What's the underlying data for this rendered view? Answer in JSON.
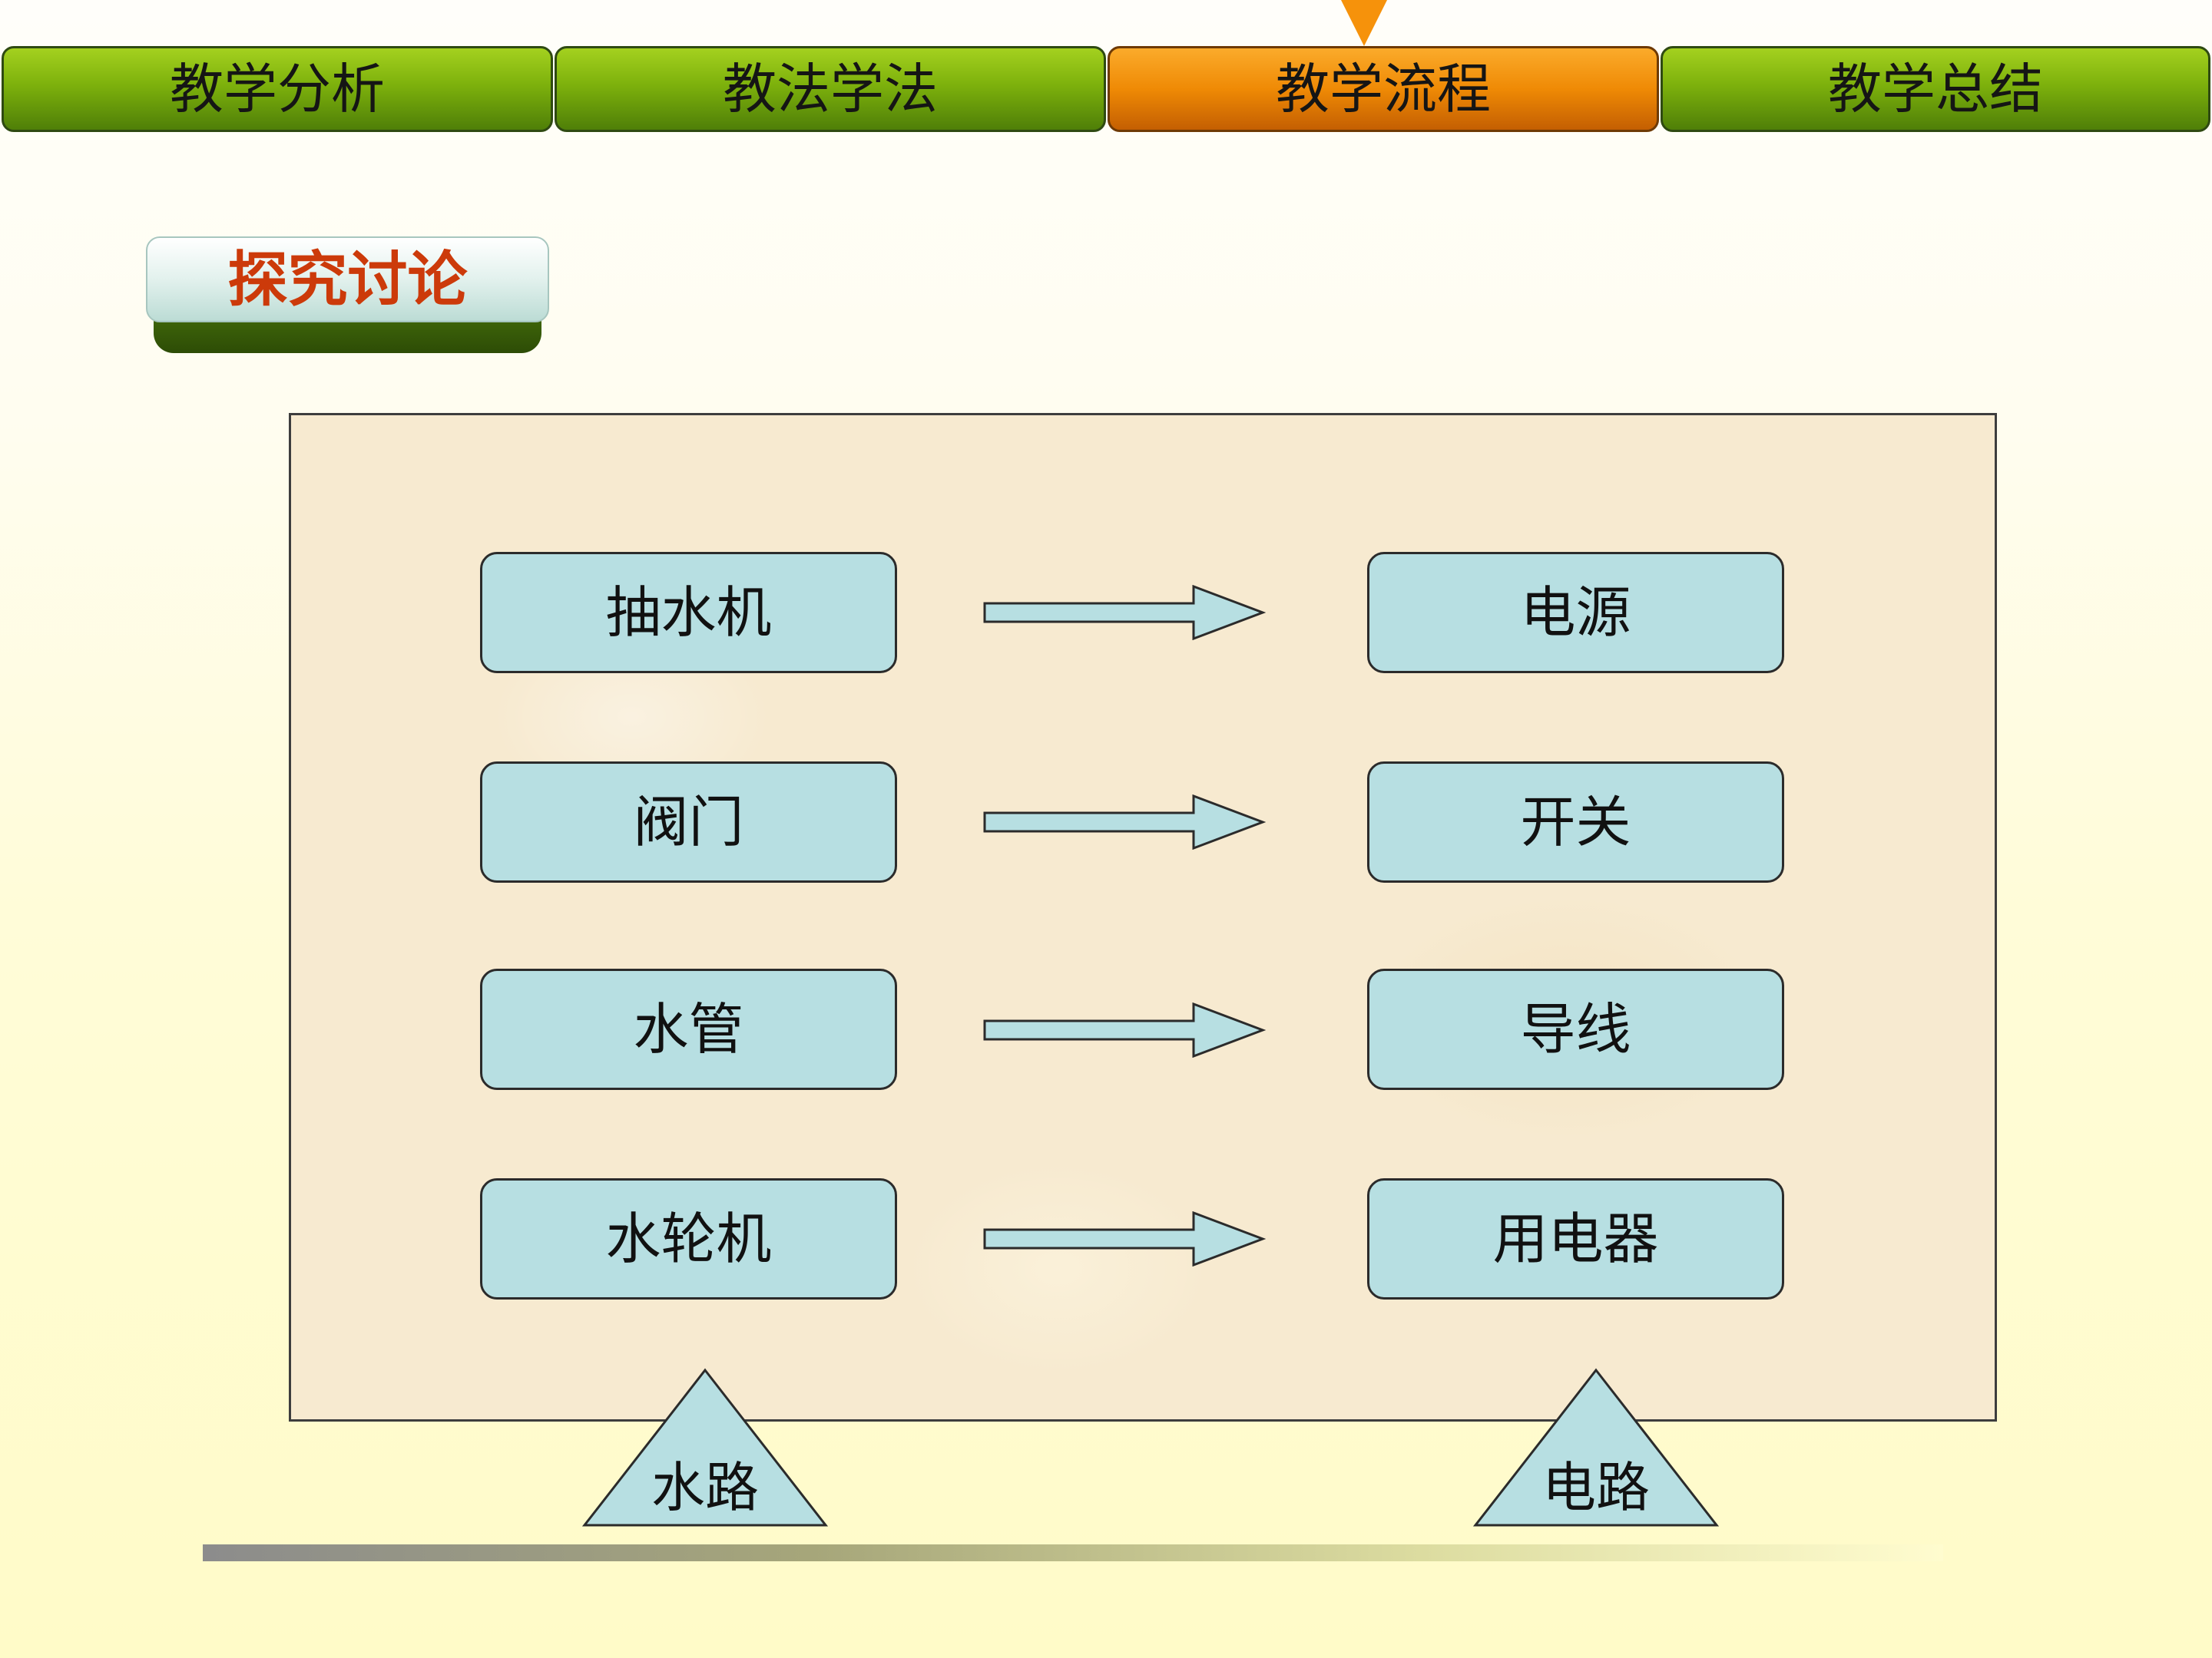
{
  "nav": {
    "tabs": [
      {
        "label": "教学分析",
        "active": false
      },
      {
        "label": "教法学法",
        "active": false
      },
      {
        "label": "教学流程",
        "active": true
      },
      {
        "label": "教学总结",
        "active": false
      }
    ]
  },
  "section": {
    "title": "探究讨论"
  },
  "diagram": {
    "left_nodes": [
      "抽水机",
      "阀门",
      "水管",
      "水轮机"
    ],
    "right_nodes": [
      "电源",
      "开关",
      "导线",
      "用电器"
    ],
    "left_group_label": "水路",
    "right_group_label": "电路"
  },
  "colors": {
    "tab_green": "#7db10c",
    "tab_active_orange": "#ef8a05",
    "title_red": "#cc3a0a",
    "node_fill": "#b7dfe2",
    "panel_fill": "#f7ead0"
  }
}
